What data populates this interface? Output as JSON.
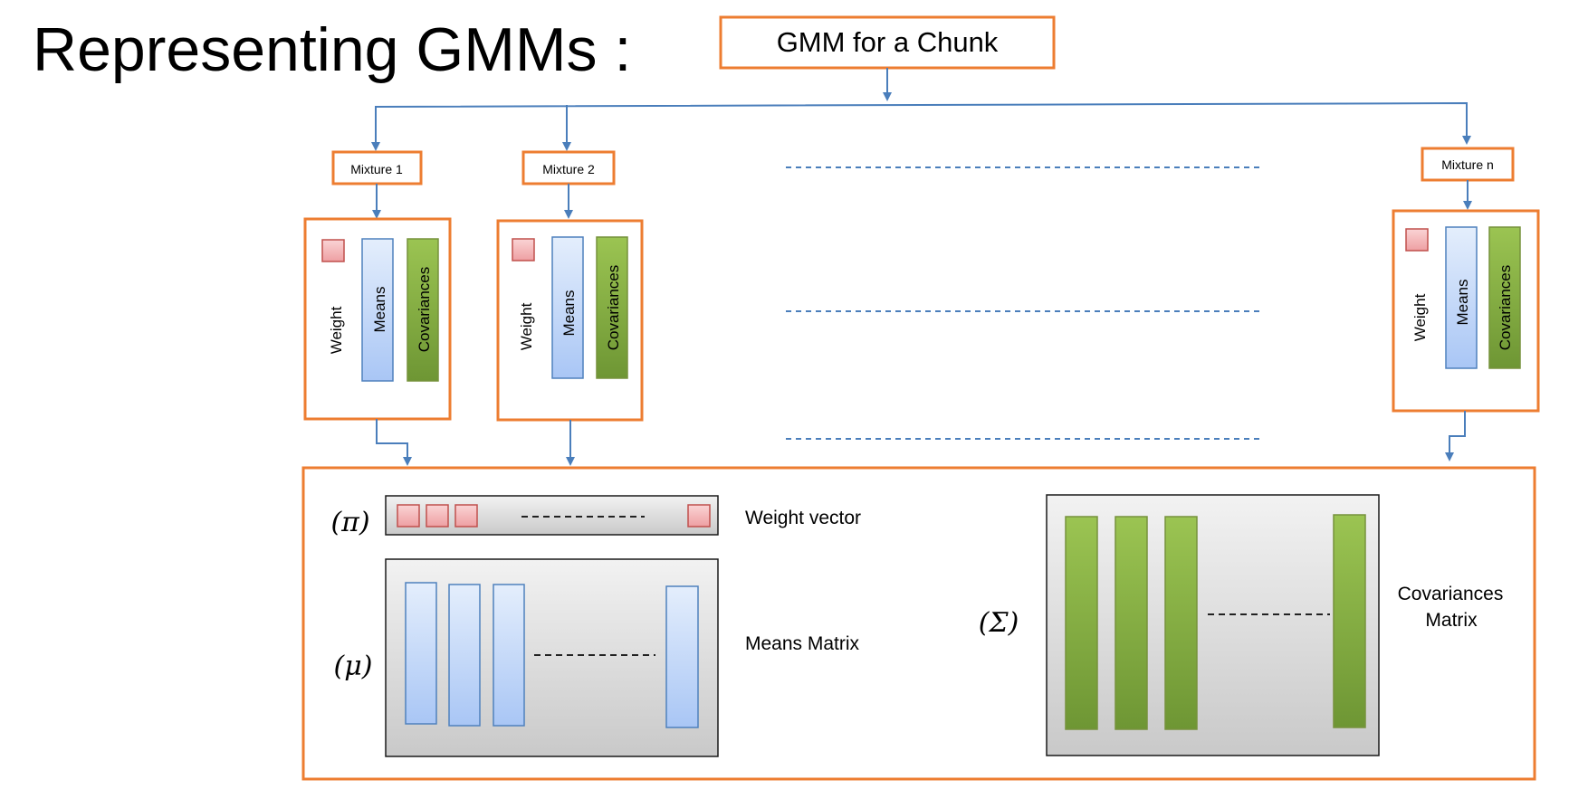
{
  "title": "Representing GMMs :",
  "root": {
    "label": "GMM for a Chunk"
  },
  "mixtures": [
    {
      "label": "Mixture 1",
      "weight_label": "Weight",
      "means_label": "Means",
      "cov_label": "Covariances"
    },
    {
      "label": "Mixture 2",
      "weight_label": "Weight",
      "means_label": "Means",
      "cov_label": "Covariances"
    },
    {
      "label": "Mixture n",
      "weight_label": "Weight",
      "means_label": "Means",
      "cov_label": "Covariances"
    }
  ],
  "summary": {
    "weight_vector": {
      "symbol": "(π)",
      "label": "Weight vector"
    },
    "means_matrix": {
      "symbol": "(μ)",
      "label": "Means Matrix"
    },
    "covariances_matrix": {
      "symbol": "(Σ)",
      "label_line1": "Covariances",
      "label_line2": "Matrix"
    }
  },
  "colors": {
    "orange_border": "#ED7D31",
    "arrow_blue": "#4A7EBB",
    "weight_fill": "#F4B6B8",
    "weight_border": "#C0504D",
    "means_fill": "#C6D9F8",
    "means_border": "#4F81BD",
    "cov_fill": "#8DB84A",
    "cov_border": "#76923C"
  }
}
